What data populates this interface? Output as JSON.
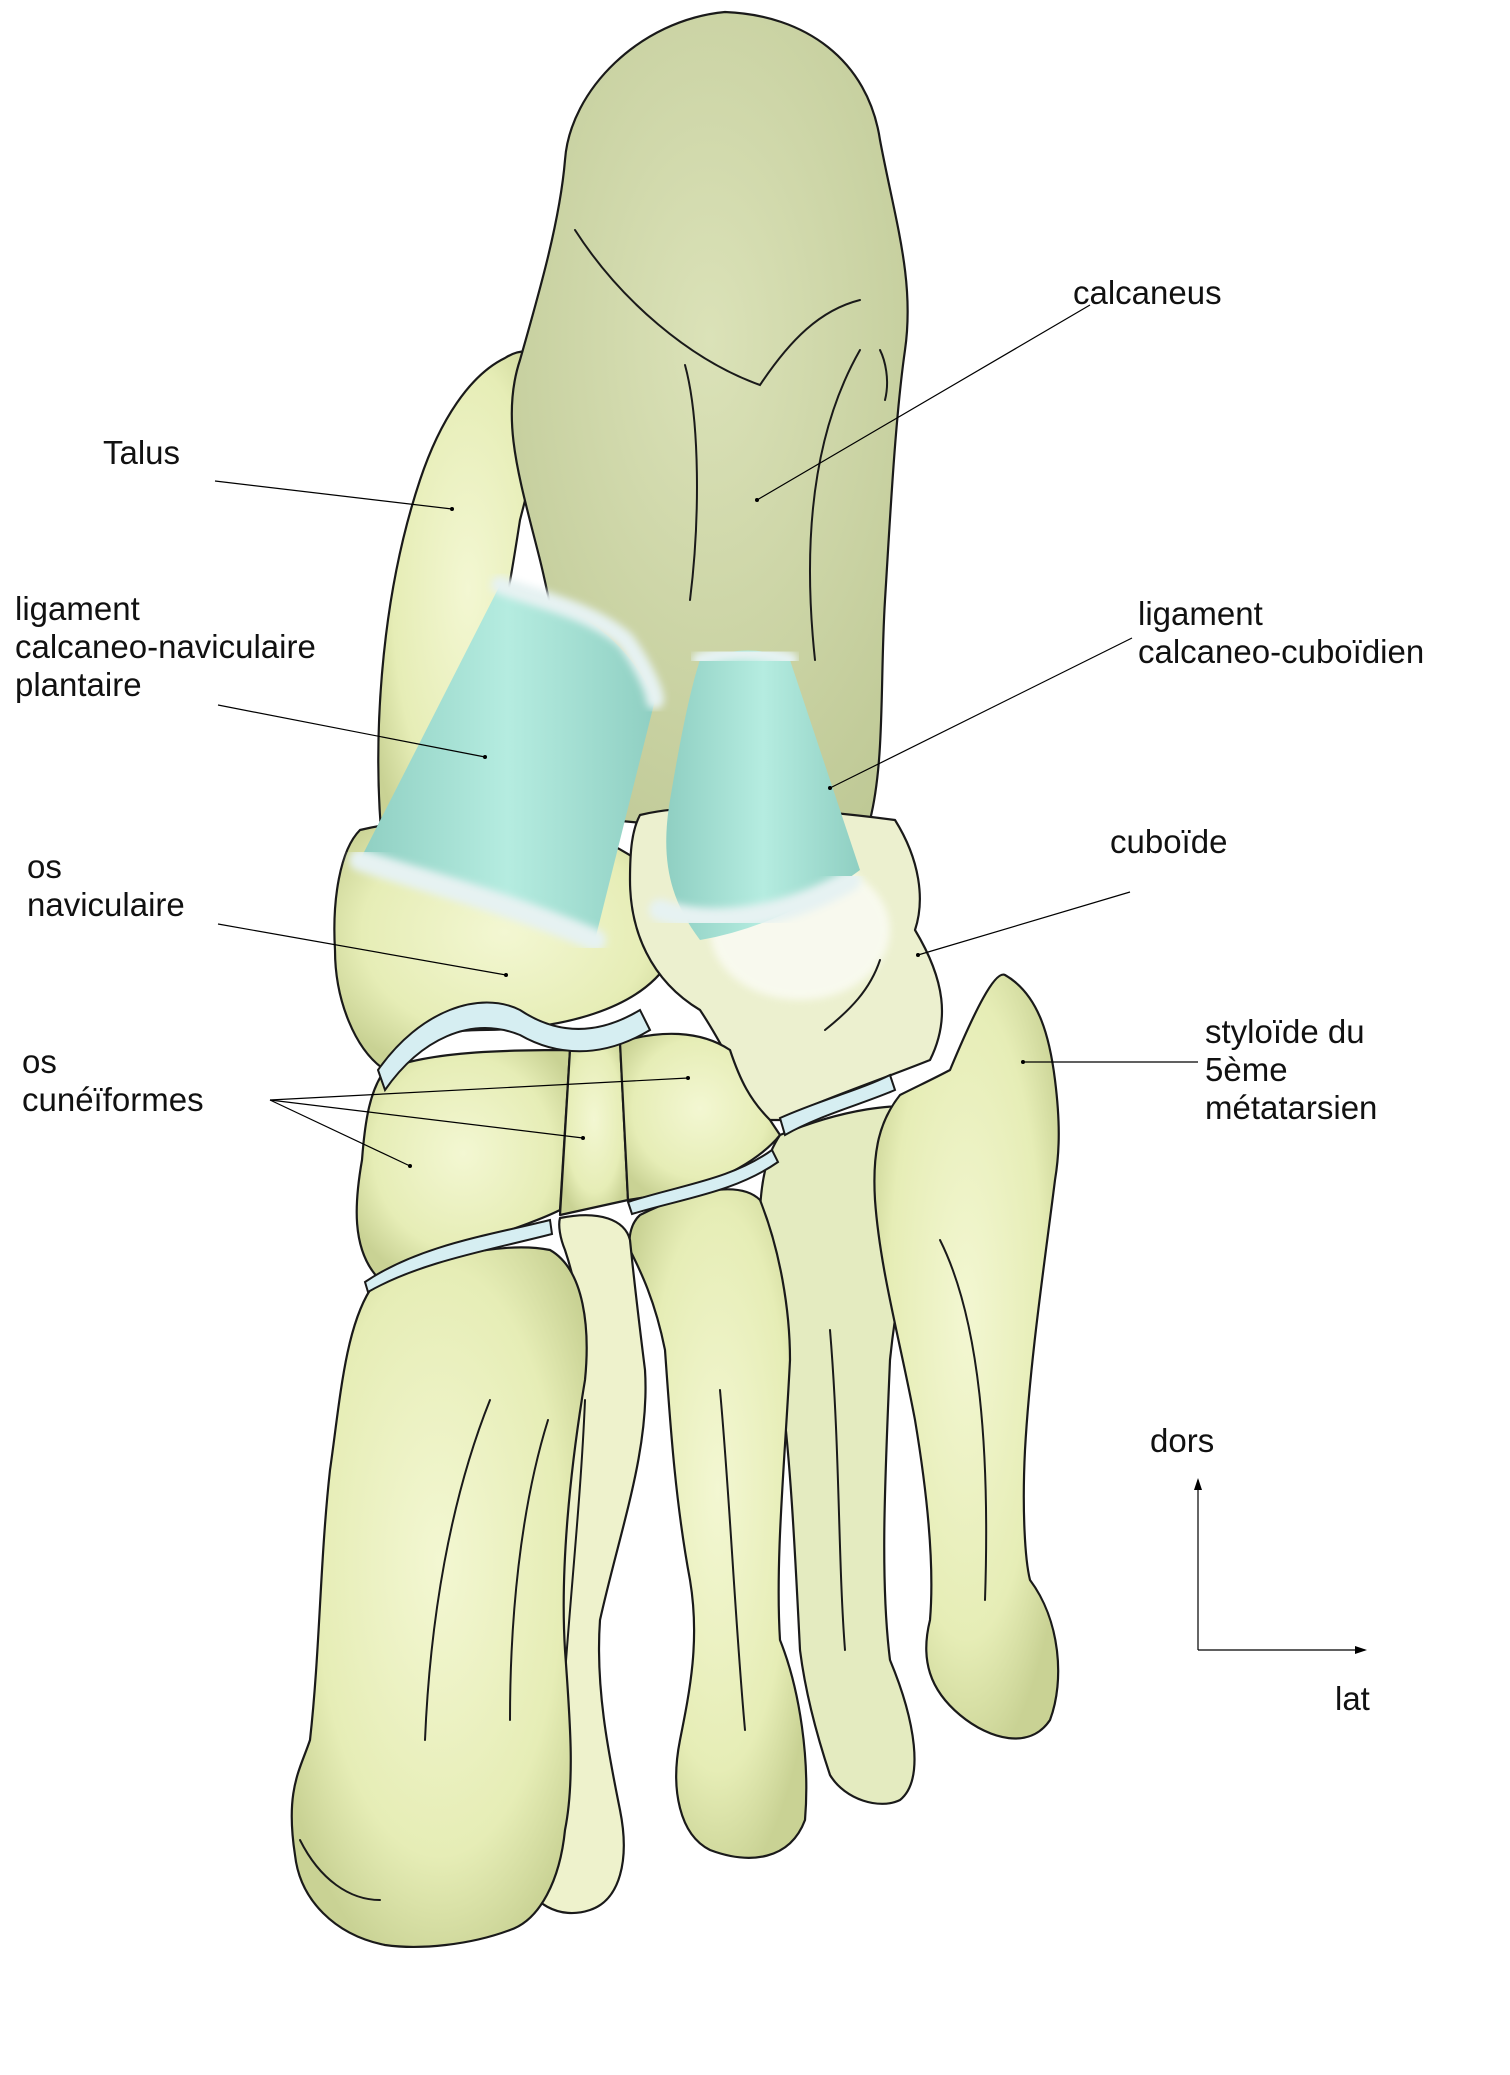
{
  "labels": {
    "calcaneus": "calcaneus",
    "talus": "Talus",
    "ligament_cn": [
      "ligament",
      "calcaneo-naviculaire",
      "plantaire"
    ],
    "ligament_cc": [
      "ligament",
      "calcaneo-cuboïdien"
    ],
    "cuboide": "cuboïde",
    "naviculaire": [
      "os",
      "naviculaire"
    ],
    "cuneiformes": [
      "os",
      "cunéïformes"
    ],
    "styloide": [
      "styloïde du",
      "5ème",
      "métatarsien"
    ]
  },
  "orientation": {
    "vertical": "dors",
    "horizontal": "lat"
  },
  "colors": {
    "bone_light": "#eef3c4",
    "bone_mid": "#dde6a8",
    "calcaneus": "#d4dcae",
    "ligament": "#aee8dc",
    "cartilage": "#d6eef2",
    "outline": "#1a1a1a"
  }
}
